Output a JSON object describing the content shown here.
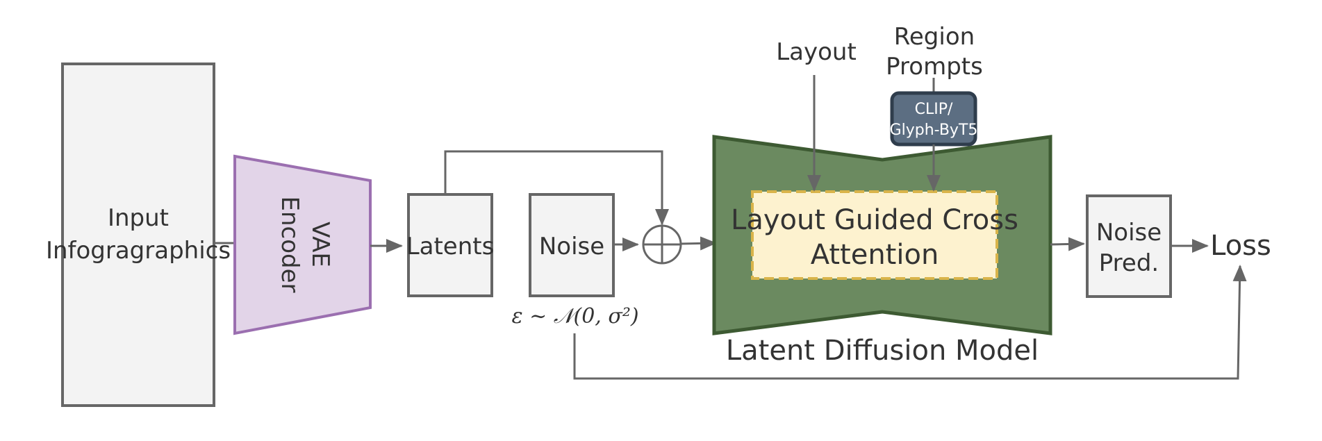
{
  "nodes": {
    "input": {
      "lines": [
        "Input",
        "Infogragraphics"
      ]
    },
    "vae": {
      "lines": [
        "VAE",
        "Encoder"
      ]
    },
    "latents": {
      "label": "Latents"
    },
    "noise": {
      "label": "Noise",
      "formula": "ε ~ 𝒩(0, σ²)"
    },
    "layout": {
      "label": "Layout"
    },
    "region_prompts": {
      "lines": [
        "Region",
        "Prompts"
      ]
    },
    "encoder_text": {
      "lines": [
        "CLIP/",
        "Glyph-ByT5"
      ]
    },
    "attention": {
      "lines": [
        "Layout Guided Cross",
        "Attention"
      ]
    },
    "ldm": {
      "label": "Latent Diffusion Model"
    },
    "noise_pred": {
      "lines": [
        "Noise",
        "Pred."
      ]
    },
    "loss": {
      "label": "Loss"
    }
  },
  "colors": {
    "box_fill": "#f3f3f3",
    "box_stroke": "#666666",
    "vae_fill": "#e2d4e8",
    "vae_stroke": "#9b6fb0",
    "ldm_fill": "#6b8a60",
    "ldm_stroke": "#3d5a32",
    "attention_fill": "#fdf2cf",
    "attention_stroke": "#d9b44a",
    "clip_fill": "#5c6e82",
    "clip_stroke": "#2f3d4c"
  }
}
